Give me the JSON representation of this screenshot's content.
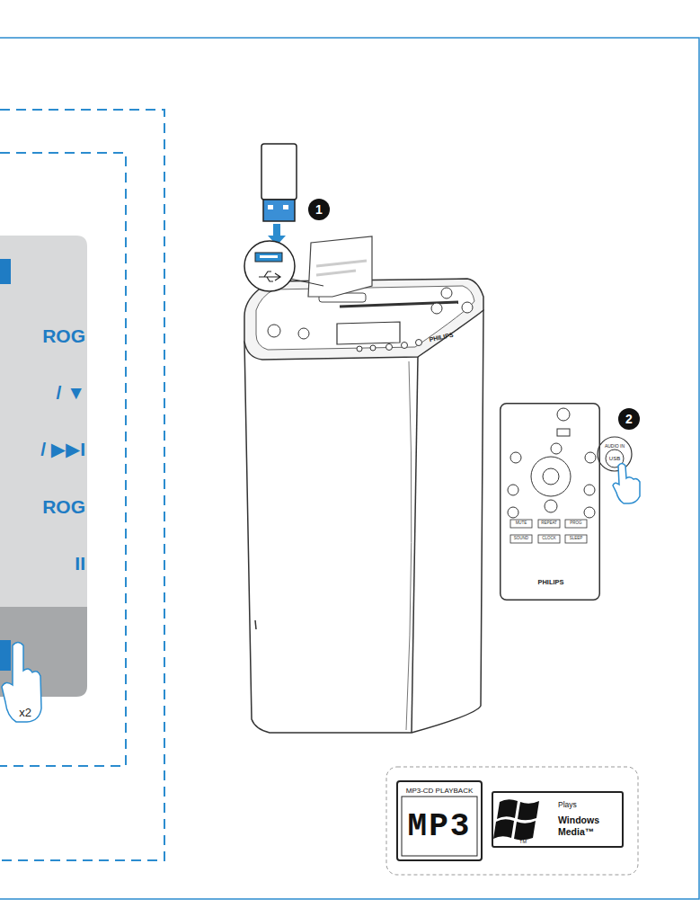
{
  "diagram": {
    "nodes": [
      {
        "text": [
          "ROG",
          "/ ▼",
          "/ ▶▶I",
          "ROG",
          "II"
        ]
      },
      {
        "text": [
          "MUTE",
          "REPEAT",
          "PROG",
          "SOUND",
          "CLOCK",
          "SLEEP",
          "PHILIPS"
        ]
      },
      {
        "text": [
          "MP3-CD PLAYBACK",
          "MP3"
        ]
      },
      {
        "text": [
          "Plays",
          "Windows Media™",
          "TM"
        ]
      }
    ],
    "labels": [
      "1",
      "PHILIPS",
      "2",
      "AUDIO IN",
      "USB",
      "x2"
    ]
  }
}
